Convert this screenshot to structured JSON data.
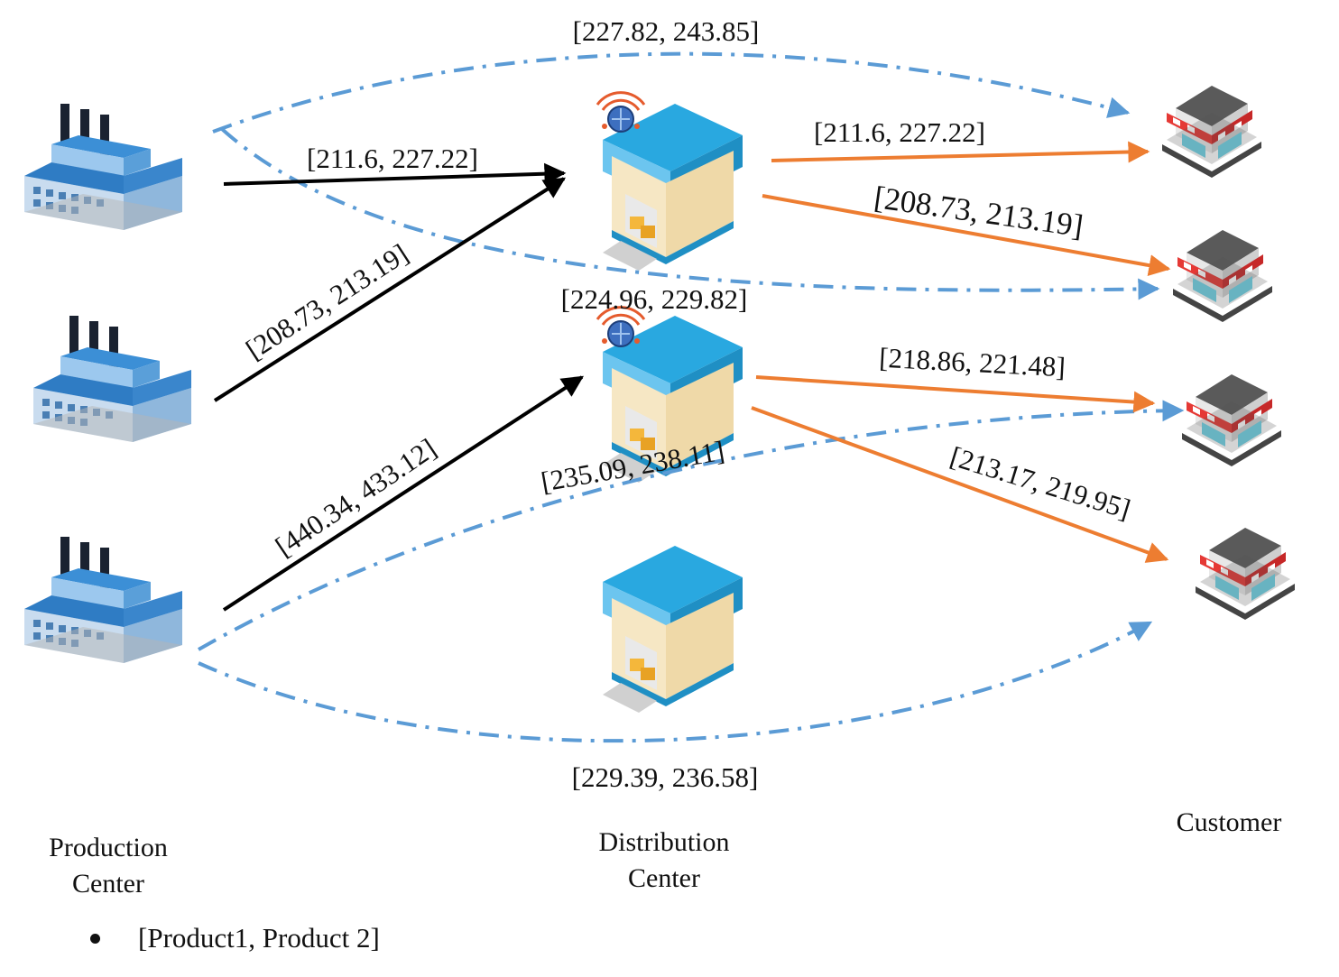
{
  "columns": {
    "production": "Production\nCenter",
    "distribution": "Distribution\nCenter",
    "customer": "Customer"
  },
  "legend": {
    "text": "[Product1, Product 2]"
  },
  "nodes": {
    "production_centers": [
      {
        "id": "pc1",
        "icon": "factory-icon"
      },
      {
        "id": "pc2",
        "icon": "factory-icon"
      },
      {
        "id": "pc3",
        "icon": "factory-icon"
      }
    ],
    "distribution_centers": [
      {
        "id": "dc1",
        "icon": "warehouse-icon",
        "active": true
      },
      {
        "id": "dc2",
        "icon": "warehouse-icon",
        "active": true
      },
      {
        "id": "dc3",
        "icon": "warehouse-icon",
        "active": false
      }
    ],
    "customers": [
      {
        "id": "c1",
        "icon": "store-icon"
      },
      {
        "id": "c2",
        "icon": "store-icon"
      },
      {
        "id": "c3",
        "icon": "store-icon"
      },
      {
        "id": "c4",
        "icon": "store-icon"
      }
    ]
  },
  "flows": [
    {
      "from": "pc1",
      "to": "dc1",
      "style": "solid-black",
      "label": "[211.6, 227.22]"
    },
    {
      "from": "pc2",
      "to": "dc1",
      "style": "solid-black",
      "label": "[208.73, 213.19]"
    },
    {
      "from": "pc3",
      "to": "dc2",
      "style": "solid-black",
      "label": "[440.34, 433.12]"
    },
    {
      "from": "dc1",
      "to": "c1",
      "style": "solid-orange",
      "label": "[211.6, 227.22]"
    },
    {
      "from": "dc1",
      "to": "c2",
      "style": "solid-orange",
      "label": "[208.73, 213.19]"
    },
    {
      "from": "dc2",
      "to": "c3",
      "style": "solid-orange",
      "label": "[218.86, 221.48]"
    },
    {
      "from": "dc2",
      "to": "c4",
      "style": "solid-orange",
      "label": "[213.17, 219.95]"
    },
    {
      "from": "pc1",
      "to": "c1",
      "style": "dashdot-blue",
      "label": "[227.82, 243.85]"
    },
    {
      "from": "pc1",
      "to": "c2",
      "style": "dashdot-blue",
      "label": "[224.96, 229.82]"
    },
    {
      "from": "pc3",
      "to": "c3",
      "style": "dashdot-blue",
      "label": "[235.09, 238.11]"
    },
    {
      "from": "pc3",
      "to": "c4",
      "style": "dashdot-blue",
      "label": "[229.39, 236.58]"
    }
  ],
  "colors": {
    "direct_shipment": "#5b9bd5",
    "dc_to_customer": "#ed7d31",
    "pc_to_dc": "#000000",
    "building_blue": "#2e86c1",
    "store_red": "#e53935"
  }
}
